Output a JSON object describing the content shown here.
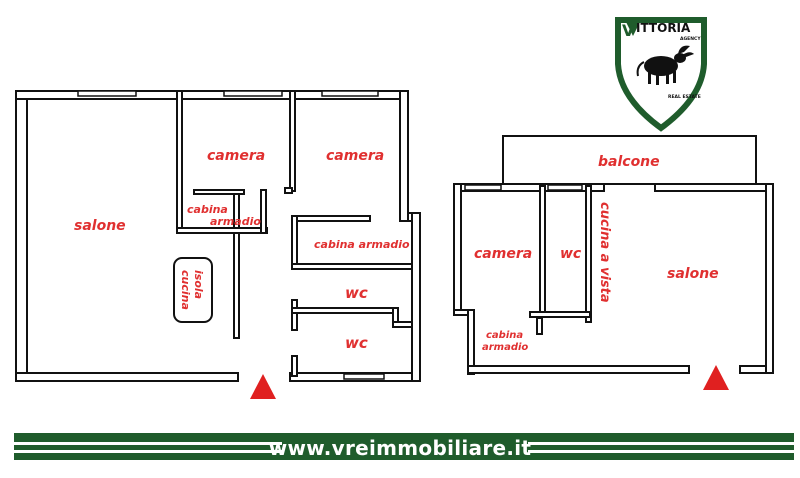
{
  "logo": {
    "brand": "VITTORIA",
    "brand_first_letter": "V",
    "brand_rest": "ITTORIA",
    "tagline": "AGENCY",
    "subtitle": "REAL ESTATE",
    "colors": {
      "green": "#1f5c2c",
      "black": "#111111"
    }
  },
  "left_plan": {
    "rooms": {
      "salone": "salone",
      "camera_1": "camera",
      "camera_2": "camera",
      "cabina_armadio_1_line1": "cabina",
      "cabina_armadio_1_line2": "armadio",
      "cabina_armadio_2": "cabina armadio",
      "wc_1": "wc",
      "wc_2": "wc",
      "isola_line1": "isola",
      "isola_line2": "cucina"
    }
  },
  "right_plan": {
    "rooms": {
      "balcone": "balcone",
      "camera": "camera",
      "wc": "wc",
      "cucina_a_vista": "cucina a vista",
      "salone": "salone",
      "cabina_line1": "cabina",
      "cabina_line2": "armadio"
    }
  },
  "footer": {
    "website": "www.vreimmobiliare.it",
    "band_color": "#1f5c2c"
  },
  "colors": {
    "wall": "#111111",
    "label": "#e03030",
    "entrance": "#e02020"
  },
  "icons": [
    "entrance-triangle-icon",
    "bull-icon",
    "shield-icon"
  ]
}
